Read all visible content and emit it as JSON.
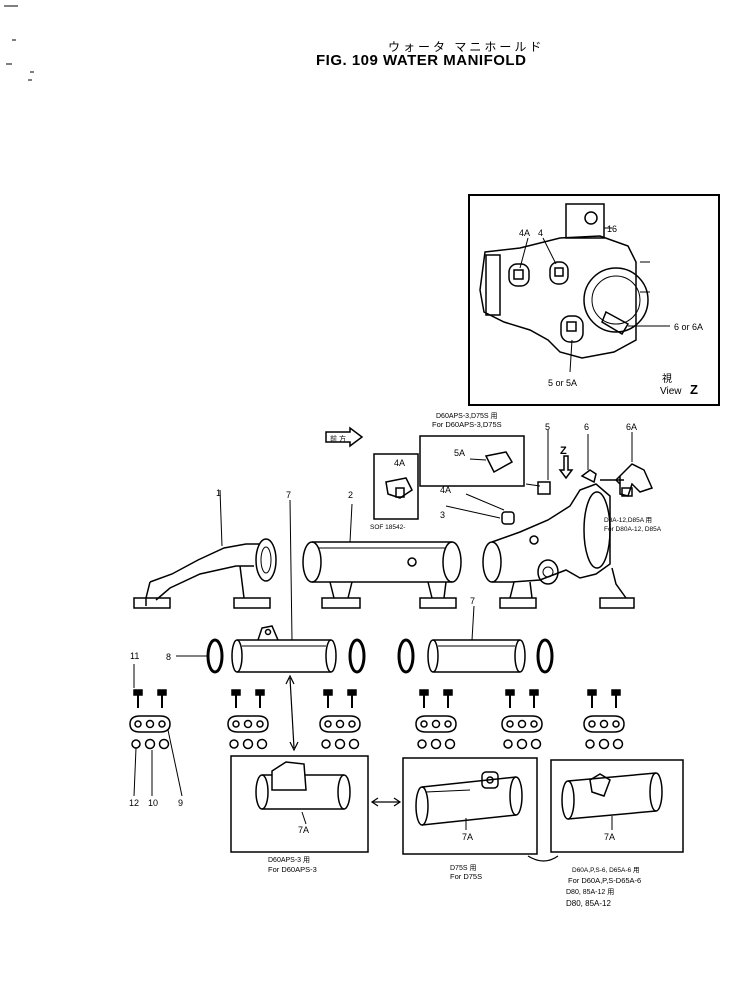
{
  "header": {
    "title_jp": "ウォータ マニホールド",
    "title_en": "FIG. 109  WATER MANIFOLD"
  },
  "view_z": {
    "label_jp": "視",
    "label_en": "View",
    "letter": "Z",
    "callout_4a": "4A",
    "callout_4": "4",
    "callout_16": "16",
    "callout_6": "6 or 6A",
    "callout_5": "5 or 5A"
  },
  "callouts": {
    "p1": "1",
    "p2": "2",
    "p3": "3",
    "p4a": "4A",
    "p5": "5",
    "p6": "6",
    "p6a": "6A",
    "p7a": "7",
    "p7b": "7",
    "p8": "8",
    "p9": "9",
    "p10": "10",
    "p11": "11",
    "p12": "12",
    "arrow_z": "Z",
    "front_mark": "前 方"
  },
  "detail_4a": {
    "label": "4A",
    "note": "SOF 18542-"
  },
  "detail_5a": {
    "label": "5A",
    "note_jp": "D60APS-3,D75S 用",
    "note_en": "For D60APS-3,D75S"
  },
  "note_6a": {
    "jp": "D8A-12,D85A 用",
    "en": "For D80A-12, D85A"
  },
  "variants": [
    {
      "label": "7A",
      "note_jp": "D60APS-3 用",
      "note_en": "For D60APS-3"
    },
    {
      "label": "7A",
      "note_jp": "D75S 用",
      "note_en": "For D75S"
    },
    {
      "label": "7A",
      "note_jp": "D60A,P,S-6, D65A-6 用",
      "note_en": "For D60A,P,S-D65A-6",
      "note_jp2": "D80, 85A-12 用",
      "note_en2": "D80, 85A-12"
    }
  ]
}
